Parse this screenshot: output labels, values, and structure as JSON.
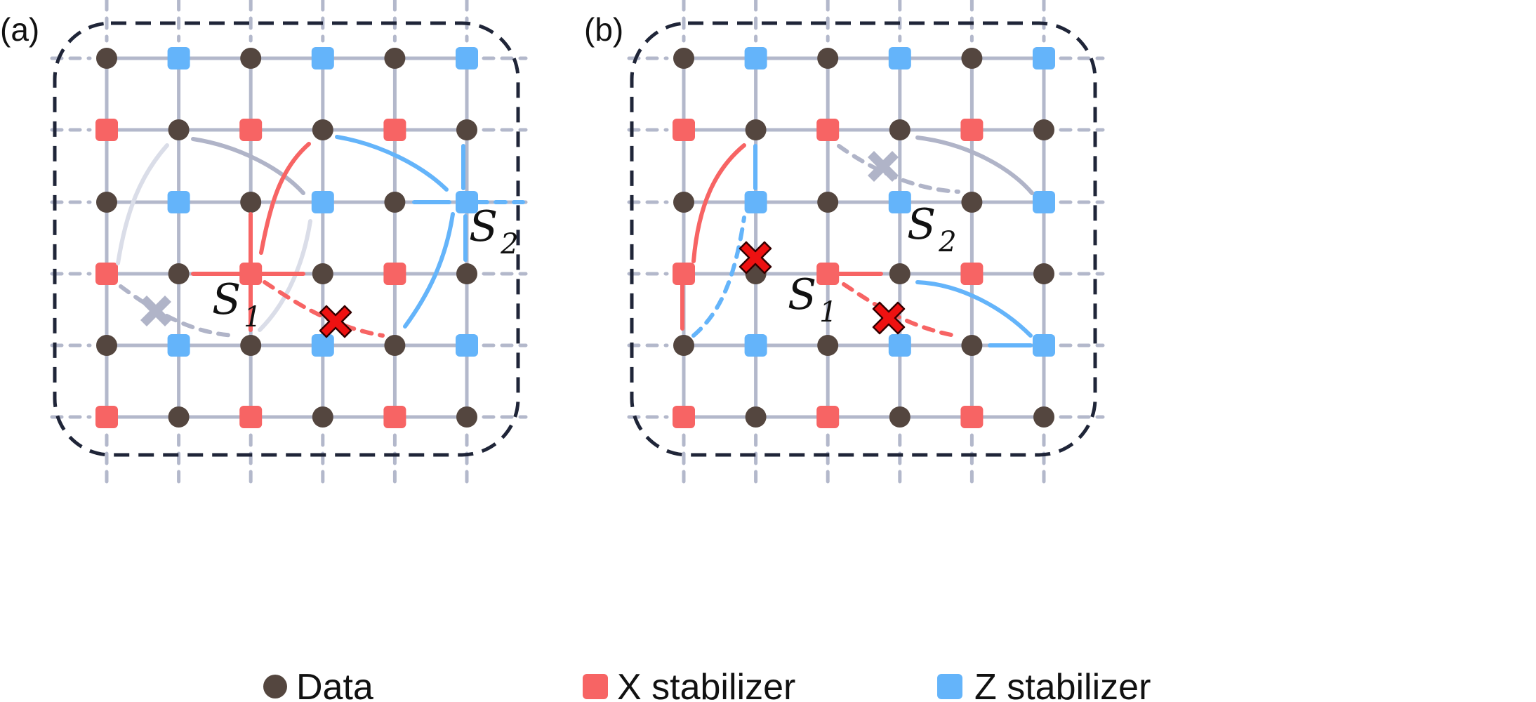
{
  "colors": {
    "data": "#54463f",
    "x_stabilizer": "#f76464",
    "z_stabilizer": "#64b4fa",
    "grid": "#b3b8cb",
    "frame": "#1f2538",
    "error": "#ee1111",
    "faded_error": "#b0b4c8"
  },
  "panels": [
    {
      "label": "(a)",
      "symbols": [
        {
          "name": "S",
          "sub": "1"
        },
        {
          "name": "S",
          "sub": "2"
        }
      ]
    },
    {
      "label": "(b)",
      "symbols": [
        {
          "name": "S",
          "sub": "1"
        },
        {
          "name": "S",
          "sub": "2"
        }
      ]
    }
  ],
  "legend": [
    {
      "label": "Data",
      "kind": "data"
    },
    {
      "label": "X stabilizer",
      "kind": "x_stabilizer"
    },
    {
      "label": "Z stabilizer",
      "kind": "z_stabilizer"
    }
  ]
}
